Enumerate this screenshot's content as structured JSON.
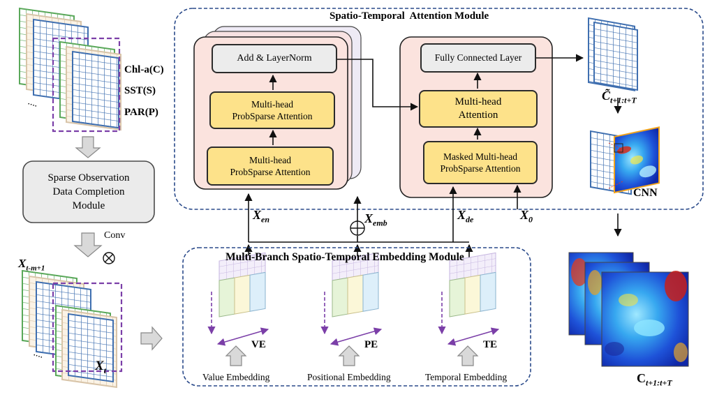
{
  "inputs": {
    "variables": [
      "Chl-a(C)",
      "SST(S)",
      "PAR(P)"
    ],
    "dots": "...."
  },
  "completion_module": {
    "title": "Sparse Observation Data Completion Module",
    "lines": [
      "Sparse Observation",
      "Data Completion",
      "Module"
    ]
  },
  "conv_label": "Conv",
  "otimes": "⊗",
  "oplus": "⊕",
  "x_seq_start": {
    "base": "X",
    "sub": "t-m+1"
  },
  "x_seq_end": {
    "base": "X",
    "sub": "t"
  },
  "attention_module": {
    "title": "Spatio-Temporal  Attention Module",
    "encoder": {
      "add_norm": "Add & LayerNorm",
      "upper_attn": [
        "Multi-head",
        "ProbSparse Attention"
      ],
      "lower_attn": [
        "Multi-head",
        "ProbSparse Attention"
      ]
    },
    "decoder": {
      "fc_layer": "Fully Connected Layer",
      "mh_attn": [
        "Multi-head",
        "Attention"
      ],
      "masked_attn": [
        "Masked Multi-head",
        "ProbSparse Attention"
      ]
    }
  },
  "signals": {
    "x_en": {
      "base": "X",
      "sub": "en"
    },
    "x_emb": {
      "base": "X",
      "sub": "emb"
    },
    "x_de": {
      "base": "X",
      "sub": "de"
    },
    "x_0": {
      "base": "X",
      "sub": "0"
    }
  },
  "embedding_module": {
    "title": "Multi-Branch Spatio-Temporal Embedding Module",
    "branches": [
      {
        "tag": "VE",
        "label": "Value Embedding"
      },
      {
        "tag": "PE",
        "label": "Positional Embedding"
      },
      {
        "tag": "TE",
        "label": "Temporal Embedding"
      }
    ]
  },
  "outputs": {
    "c_tilde": {
      "base": "C̃",
      "sub": "t+1:t+T"
    },
    "cnn_label": "CNN",
    "c_final": {
      "base": "C",
      "sub": "t+1:t+T"
    }
  },
  "colors": {
    "module_border": "#2a4a8a",
    "encoder_fill": "#fbe3de",
    "attn_box": "#fde28a",
    "grid_blue": "#3f6fb0",
    "grid_green": "#5aa85a",
    "purple_dash": "#7b3fa8"
  }
}
